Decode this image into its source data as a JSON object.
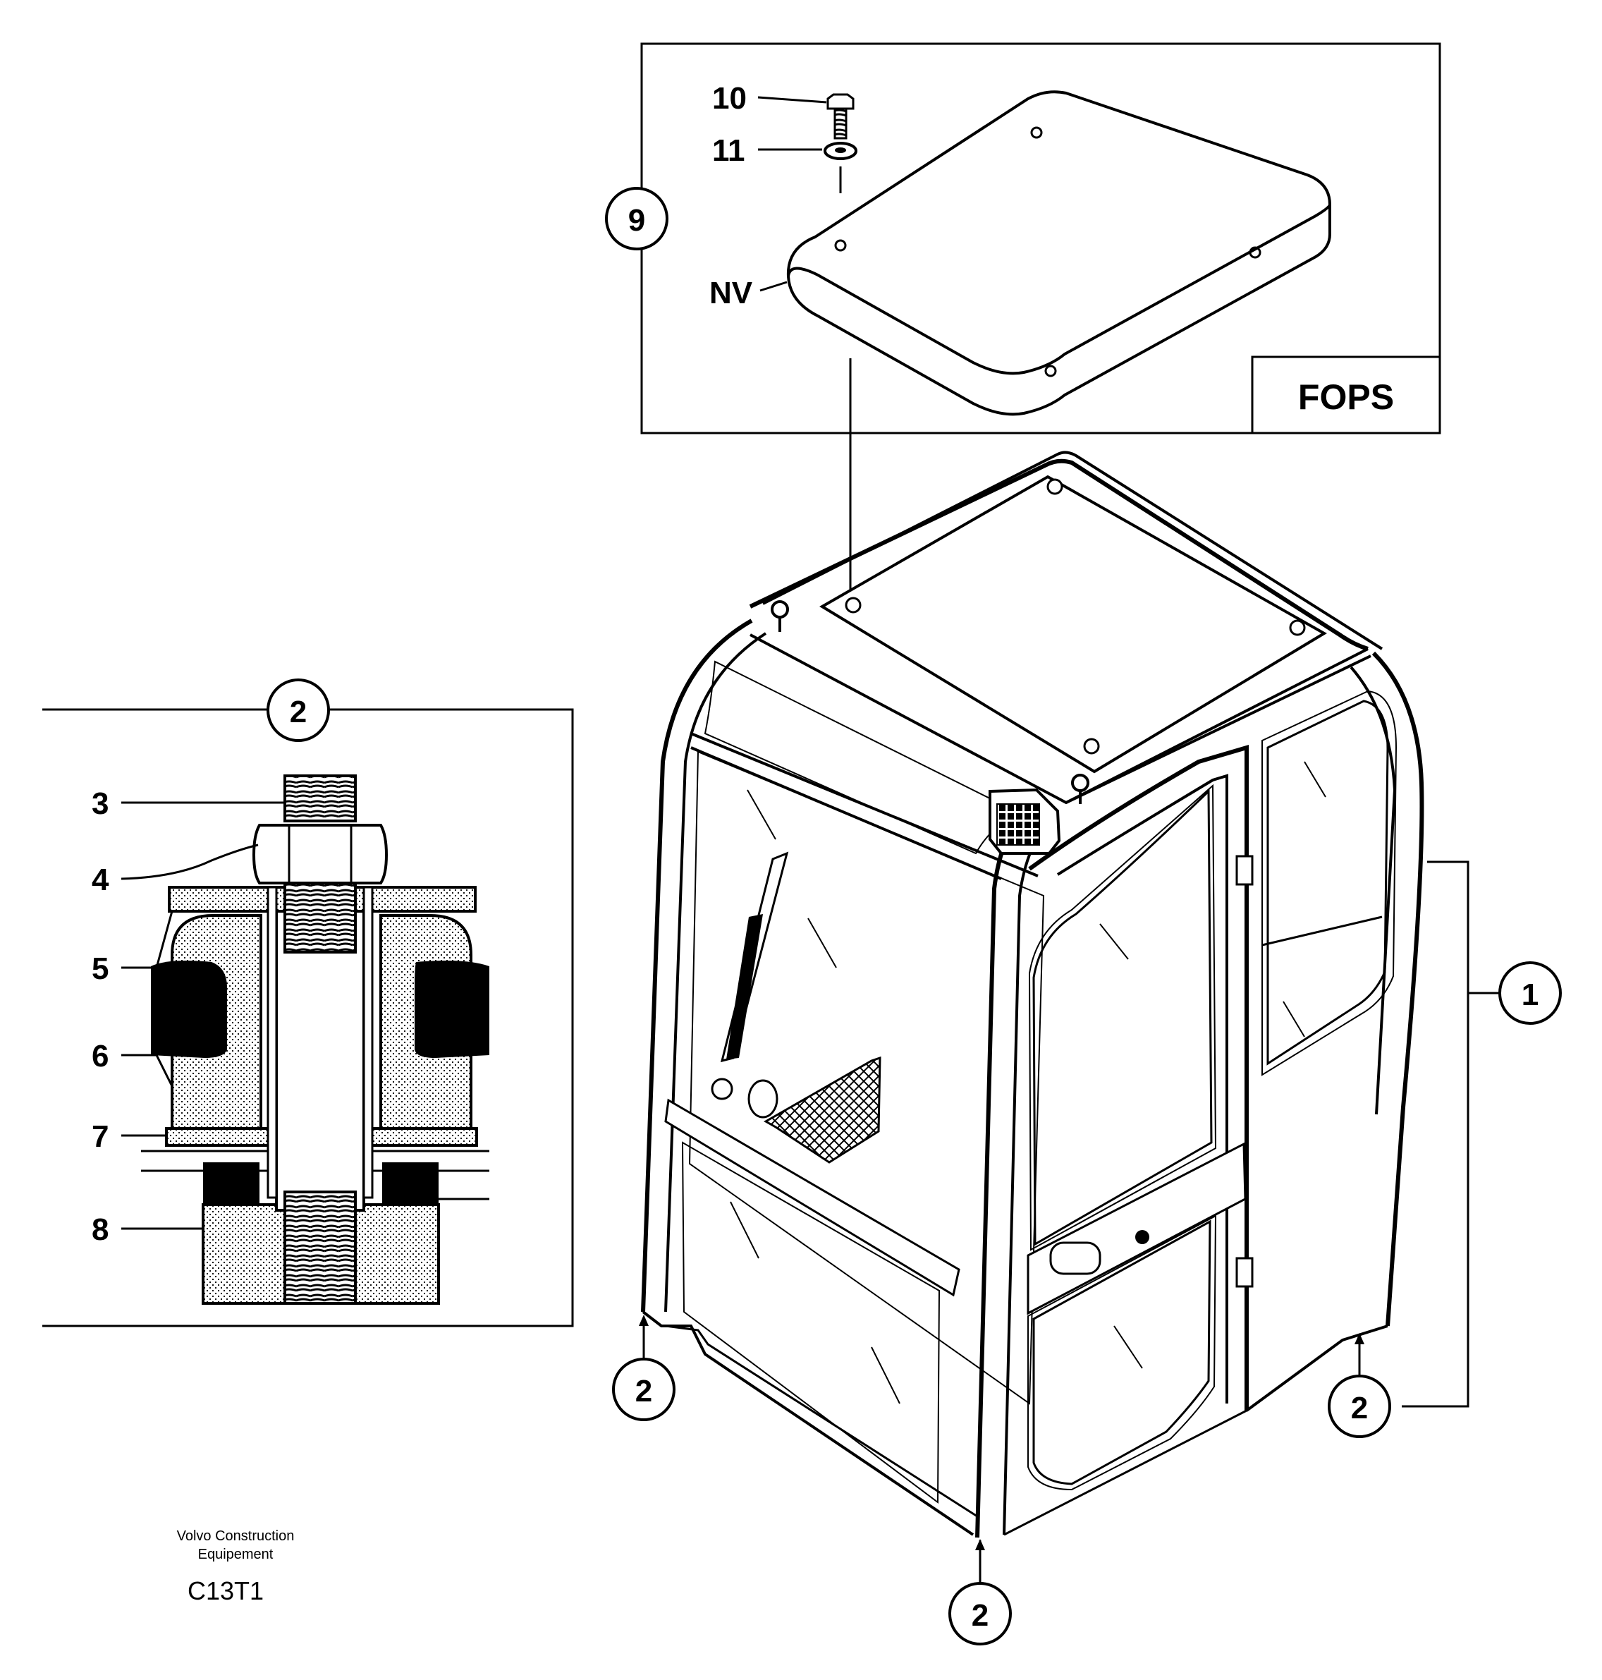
{
  "fops_box": {
    "title": "FOPS",
    "callout": "9",
    "parts": [
      {
        "number": "10"
      },
      {
        "number": "11"
      },
      {
        "number": "NV"
      }
    ]
  },
  "detail_box": {
    "callout": "2",
    "parts": [
      {
        "number": "3"
      },
      {
        "number": "4"
      },
      {
        "number": "5"
      },
      {
        "number": "6"
      },
      {
        "number": "7"
      },
      {
        "number": "8"
      }
    ]
  },
  "cab_callouts": {
    "cab": "1",
    "mount_front_left": "2",
    "mount_front_bottom": "2",
    "mount_rear_right": "2"
  },
  "footer": {
    "company_line1": "Volvo Construction",
    "company_line2": "Equipement",
    "drawing_code": "C13T1"
  }
}
